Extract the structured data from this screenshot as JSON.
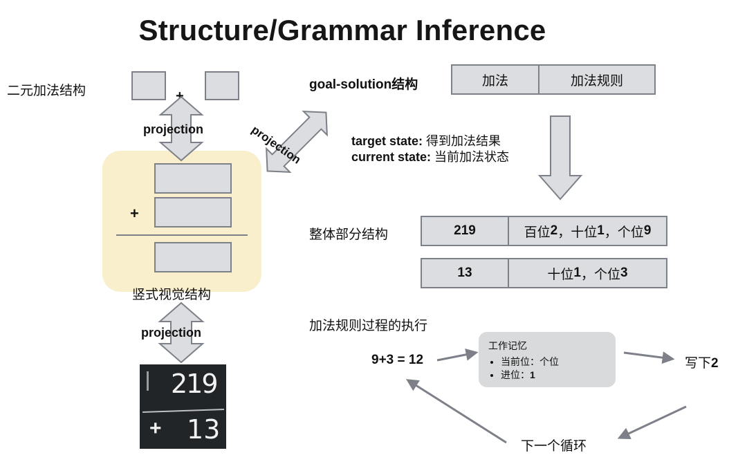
{
  "title": "Structure/Grammar Inference",
  "binary_structure": {
    "label": "二元加法结构",
    "plus": "+"
  },
  "projection_label": "projection",
  "vertical_structure": {
    "label": "竖式视觉结构",
    "plus": "+"
  },
  "goal_solution": {
    "label": "goal-solution结构",
    "cells": [
      "加法",
      "加法规则"
    ]
  },
  "states": {
    "target_key": "target state:",
    "target_val": "得到加法结果",
    "current_key": "current state:",
    "current_val": "当前加法状态"
  },
  "whole_part": {
    "label": "整体部分结构",
    "row1": {
      "number": "219",
      "digits_a": "百位",
      "digits_b": "2",
      "digits_c": "，十位",
      "digits_d": "1",
      "digits_e": "，个位",
      "digits_f": "9"
    },
    "row2": {
      "number": "13",
      "digits_a": "十位",
      "digits_b": "1",
      "digits_c": "，个位",
      "digits_d": "3"
    }
  },
  "execution": {
    "label": "加法规则过程的执行",
    "equation": "9+3 = 12",
    "working_memory": {
      "title": "工作记忆",
      "item1": "当前位：个位",
      "item2_prefix": "进位：",
      "item2_value": "1"
    },
    "write_prefix": "写下",
    "write_value": "2",
    "next_loop": "下一个循环"
  },
  "photo_text": {
    "top": "219",
    "plus": "+",
    "bottom": "13"
  },
  "colors": {
    "arrow_fill": "#dcdde0",
    "arrow_stroke": "#7c8088",
    "cycle_arrow": "#7d8088",
    "vertical_bg": "#faefcc",
    "photo_bg": "#222528"
  }
}
